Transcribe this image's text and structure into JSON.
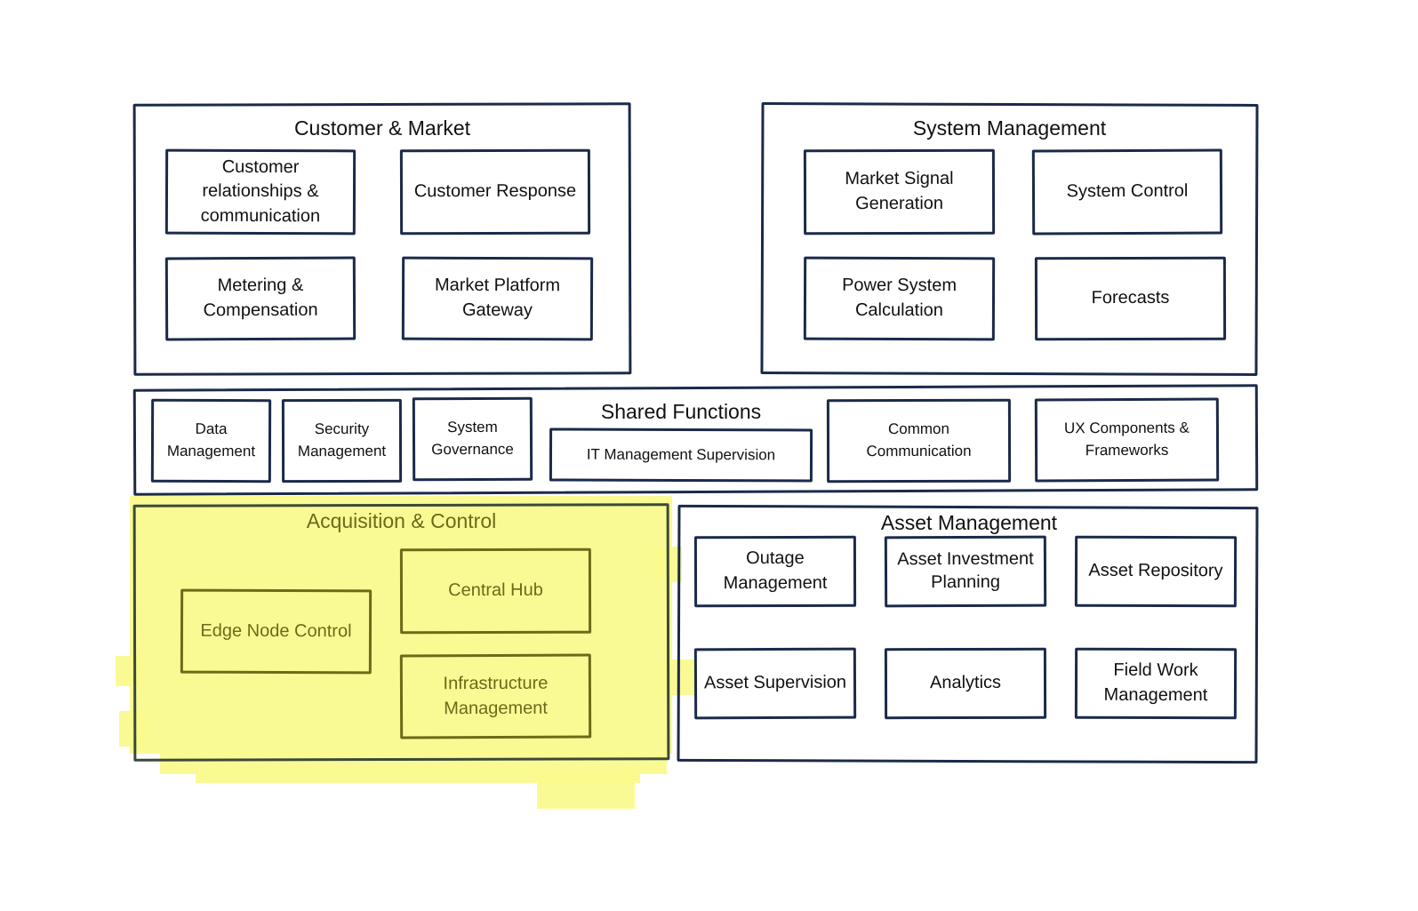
{
  "customer_market": {
    "title": "Customer & Market",
    "items": [
      "Customer relationships & communication",
      "Customer Response",
      "Metering & Compensation",
      "Market Platform Gateway"
    ]
  },
  "system_management": {
    "title": "System Management",
    "items": [
      "Market Signal Generation",
      "System Control",
      "Power System Calculation",
      "Forecasts"
    ]
  },
  "shared_functions": {
    "title": "Shared Functions",
    "items": [
      "Data Management",
      "Security Management",
      "System Governance",
      "IT Management Supervision",
      "Common Communication",
      "UX Components & Frameworks"
    ]
  },
  "acquisition_control": {
    "title": "Acquisition & Control",
    "highlighted": true,
    "highlight_color": "#fafa8c",
    "items": [
      "Edge Node Control",
      "Central Hub",
      "Infrastructure Management"
    ]
  },
  "asset_management": {
    "title": "Asset Management",
    "items": [
      "Outage Management",
      "Asset Investment Planning",
      "Asset Repository",
      "Asset Supervision",
      "Analytics",
      "Field Work Management"
    ]
  },
  "colors": {
    "stroke": "#1b2a4a",
    "highlight": "#fafa8c",
    "highlight_text": "#6b6b18"
  }
}
